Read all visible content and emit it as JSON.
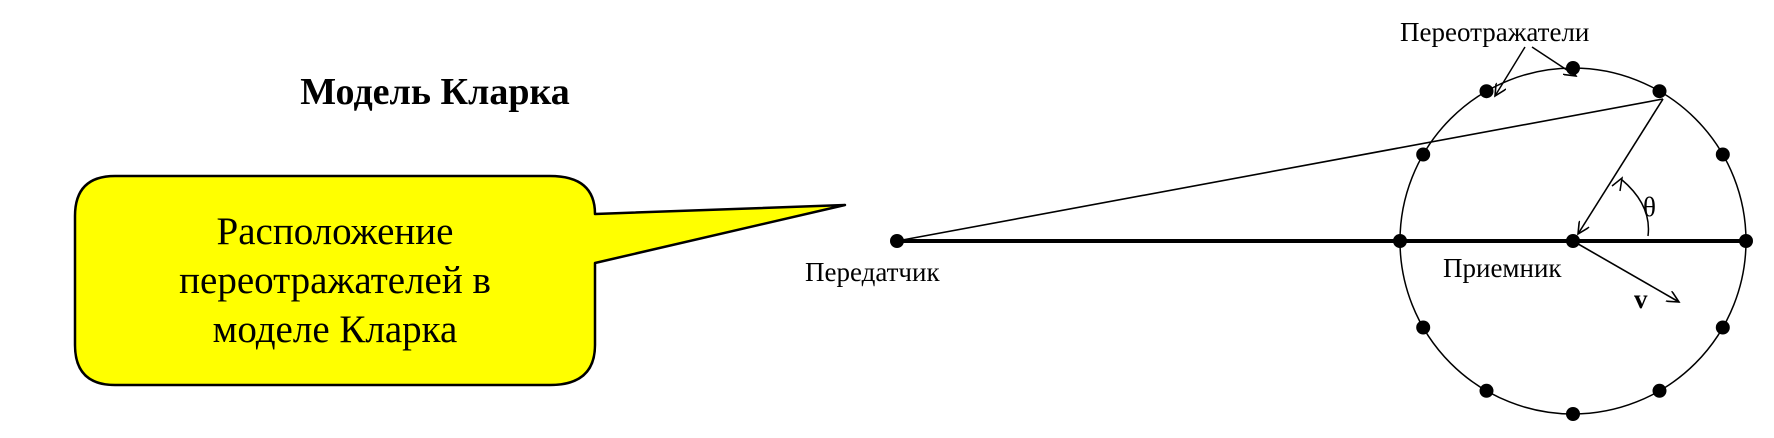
{
  "title": "Модель Кларка",
  "callout": {
    "lines": [
      "Расположение",
      "переотражателей в",
      "моделе Кларка"
    ],
    "fill_color": "#ffff00",
    "border_color": "#000000"
  },
  "diagram": {
    "transmitter_label": "Передатчик",
    "receiver_label": "Приемник",
    "scatterers_label": "Переотражатели",
    "angle_label": "θ",
    "velocity_label": "v",
    "scatterer_count": 12
  }
}
